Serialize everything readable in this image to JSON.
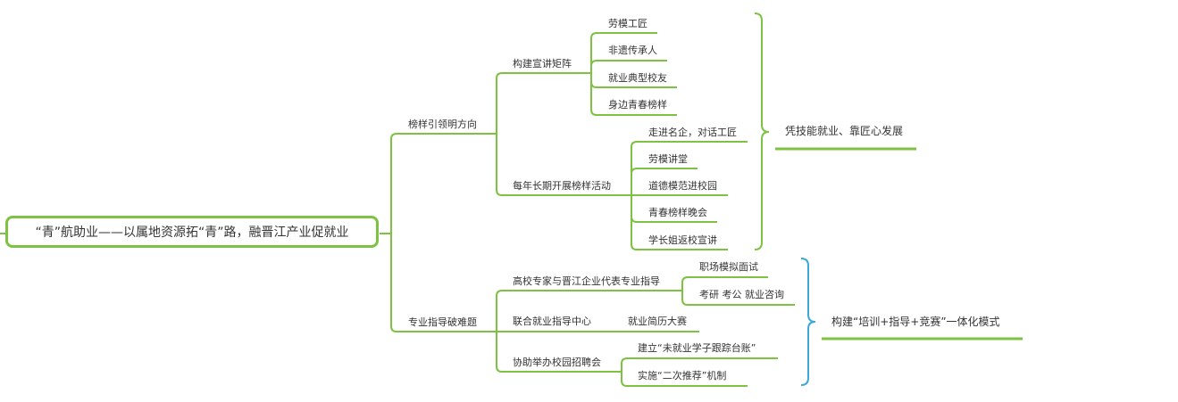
{
  "colors": {
    "branch": "#7dc242",
    "summary_brace_1": "#7dc242",
    "summary_brace_2": "#3aa8d8",
    "text": "#333333"
  },
  "root": {
    "label": "“青”航助业——以属地资源拓“青”路，融晋江产业促就业"
  },
  "branches": [
    {
      "label": "榜样引领明方向",
      "children": [
        {
          "label": "构建宣讲矩阵",
          "children": [
            "劳模工匠",
            "非遗传承人",
            "就业典型校友",
            "身边青春榜样"
          ]
        },
        {
          "label": "每年长期开展榜样活动",
          "children": [
            "走进名企，对话工匠",
            "劳模讲堂",
            "道德模范进校园",
            "青春榜样晚会",
            "学长姐返校宣讲"
          ]
        }
      ],
      "summary": "凭技能就业、靠匠心发展"
    },
    {
      "label": "专业指导破难题",
      "children": [
        {
          "label": "高校专家与晋江企业代表专业指导",
          "children": [
            "职场模拟面试",
            "考研 考公 就业咨询"
          ]
        },
        {
          "label": "联合就业指导中心",
          "children": [
            "就业简历大赛"
          ]
        },
        {
          "label": "协助举办校园招聘会",
          "children": [
            "建立“未就业学子跟踪台账”",
            "实施“二次推荐”机制"
          ]
        }
      ],
      "summary": "构建“培训+指导+竞赛”一体化模式"
    }
  ]
}
